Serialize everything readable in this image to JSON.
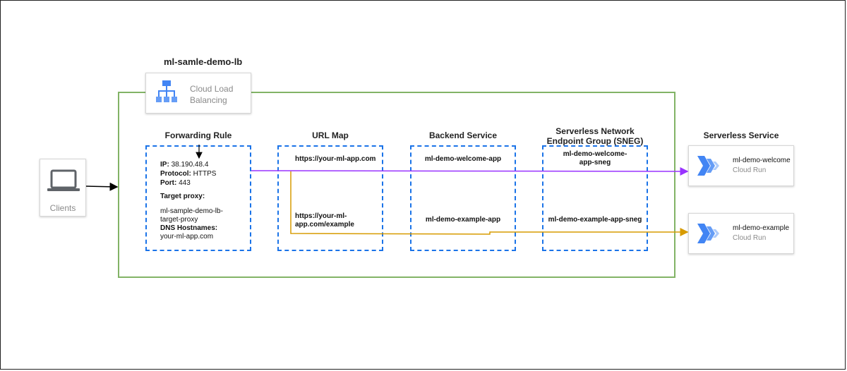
{
  "lb": {
    "name": "ml-samle-demo-lb",
    "card_label": "Cloud Load Balancing",
    "icon": "load-balancer-icon"
  },
  "clients": {
    "label": "Clients",
    "icon": "laptop-icon"
  },
  "columns": {
    "forwarding_rule": {
      "title": "Forwarding Rule",
      "ip_label": "IP:",
      "ip_value": "38.190.48.4",
      "protocol_label": "Protocol:",
      "protocol_value": "HTTPS",
      "port_label": "Port:",
      "port_value": "443",
      "target_proxy_label": "Target proxy:",
      "target_proxy_value_1": "ml-sample-demo-lb-",
      "target_proxy_value_2": "target-proxy",
      "dns_label": "DNS Hostnames:",
      "dns_value": "your-ml-app.com"
    },
    "url_map": {
      "title": "URL Map",
      "host": "https://your-ml-app.com",
      "path_1": "https://your-ml-",
      "path_2": "app.com/example"
    },
    "backend_service": {
      "title": "Backend Service",
      "welcome": "ml-demo-welcome-app",
      "example": "ml-demo-example-app"
    },
    "sneg": {
      "title_1": "Serverless Network",
      "title_2": "Endpoint Group (SNEG)",
      "welcome_1": "ml-demo-welcome-",
      "welcome_2": "app-sneg",
      "example": "ml-demo-example-app-sneg"
    }
  },
  "serverless": {
    "title": "Serverless Service",
    "services": [
      {
        "name": "ml-demo-welcome",
        "type": "Cloud Run",
        "icon": "cloud-run-icon"
      },
      {
        "name": "ml-demo-example",
        "type": "Cloud Run",
        "icon": "cloud-run-icon"
      }
    ]
  },
  "colors": {
    "container_border": "#82b366",
    "dashed_box": "#1a73e8",
    "welcome_route": "#9933ff",
    "example_route": "#d79b00",
    "google_blue": "#4285f4"
  }
}
